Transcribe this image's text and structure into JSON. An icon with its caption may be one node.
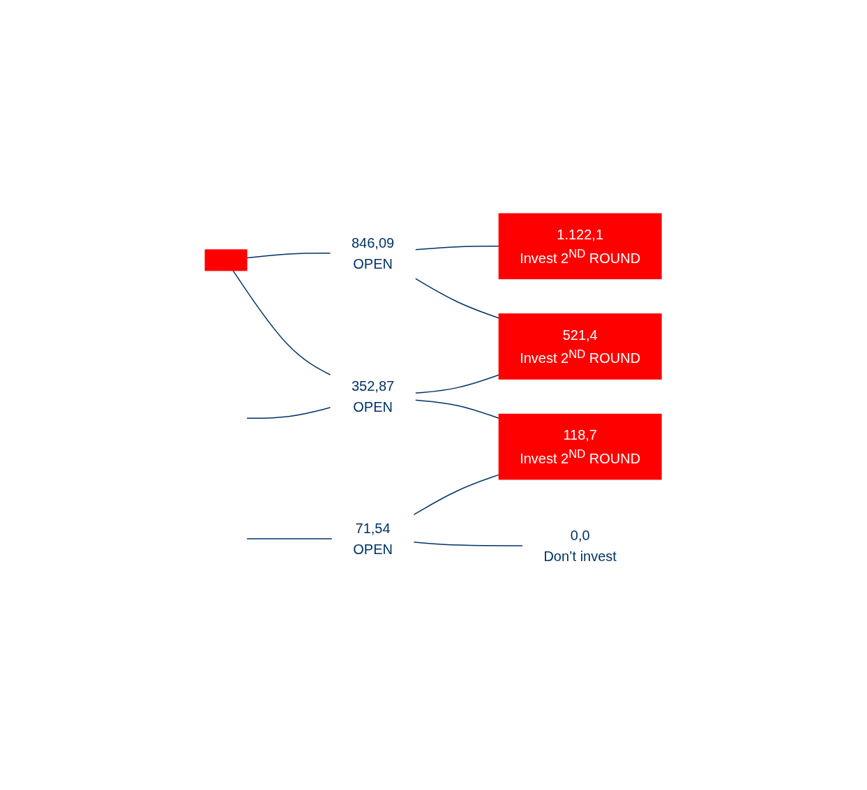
{
  "diagram": {
    "nodes": [
      {
        "text": [],
        "shape": "box"
      },
      {
        "text": [
          "846,09",
          "OPEN"
        ]
      },
      {
        "text": [
          "352,87",
          "OPEN"
        ]
      },
      {
        "text": [
          "71,54",
          "OPEN"
        ]
      },
      {
        "text": [
          "1.122,1",
          "Invest 2$^{ND}$ ROUND"
        ]
      },
      {
        "text": [
          "521,4",
          "Invest 2$^{ND}$ ROUND"
        ]
      },
      {
        "text": [
          "118,7",
          "Invest 2$^{ND}$ ROUND"
        ]
      },
      {
        "text": [
          "0,0",
          "Don’t invest"
        ]
      }
    ],
    "edges": [
      {
        "from": 0,
        "to": 1,
        "arrow": "none"
      },
      {
        "from": 0,
        "to": 2,
        "arrow": "none"
      },
      {
        "from": null,
        "to": 2,
        "arrow": "none"
      },
      {
        "from": null,
        "to": 3,
        "arrow": "none"
      },
      {
        "from": 1,
        "to": 4,
        "arrow": "none"
      },
      {
        "from": 1,
        "to": 5,
        "arrow": "none"
      },
      {
        "from": 2,
        "to": 5,
        "arrow": "none"
      },
      {
        "from": 2,
        "to": 6,
        "arrow": "none"
      },
      {
        "from": 3,
        "to": 6,
        "arrow": "none"
      },
      {
        "from": 3,
        "to": 7,
        "arrow": "none"
      }
    ]
  }
}
